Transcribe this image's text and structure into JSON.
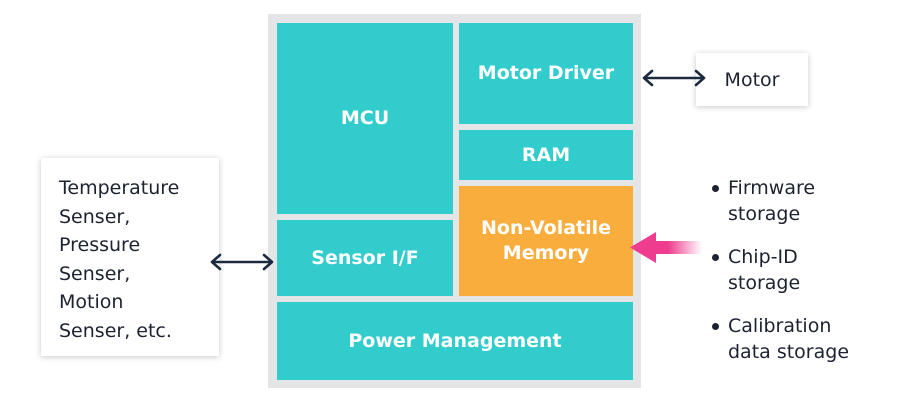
{
  "blocks": {
    "mcu": "MCU",
    "motor_driver": "Motor Driver",
    "ram": "RAM",
    "sensor_if": "Sensor I/F",
    "nvm_line1": "Non-Volatile",
    "nvm_line2": "Memory",
    "power": "Power Management"
  },
  "motor": "Motor",
  "sensors": [
    "Temperature",
    "Senser,",
    "Pressure",
    "Senser,",
    "Motion",
    "Senser, etc."
  ],
  "storage": [
    {
      "line1": "Firmware",
      "line2": "storage"
    },
    {
      "line1": "Chip-ID",
      "line2": "storage"
    },
    {
      "line1": "Calibration",
      "line2": "data storage"
    }
  ],
  "colors": {
    "block": "#33cccc",
    "nvm": "#f9ad3d",
    "chip_bg": "#e3e5e6",
    "arrow_dark": "#1c2a40",
    "arrow_pink": "#ee3d8f"
  }
}
